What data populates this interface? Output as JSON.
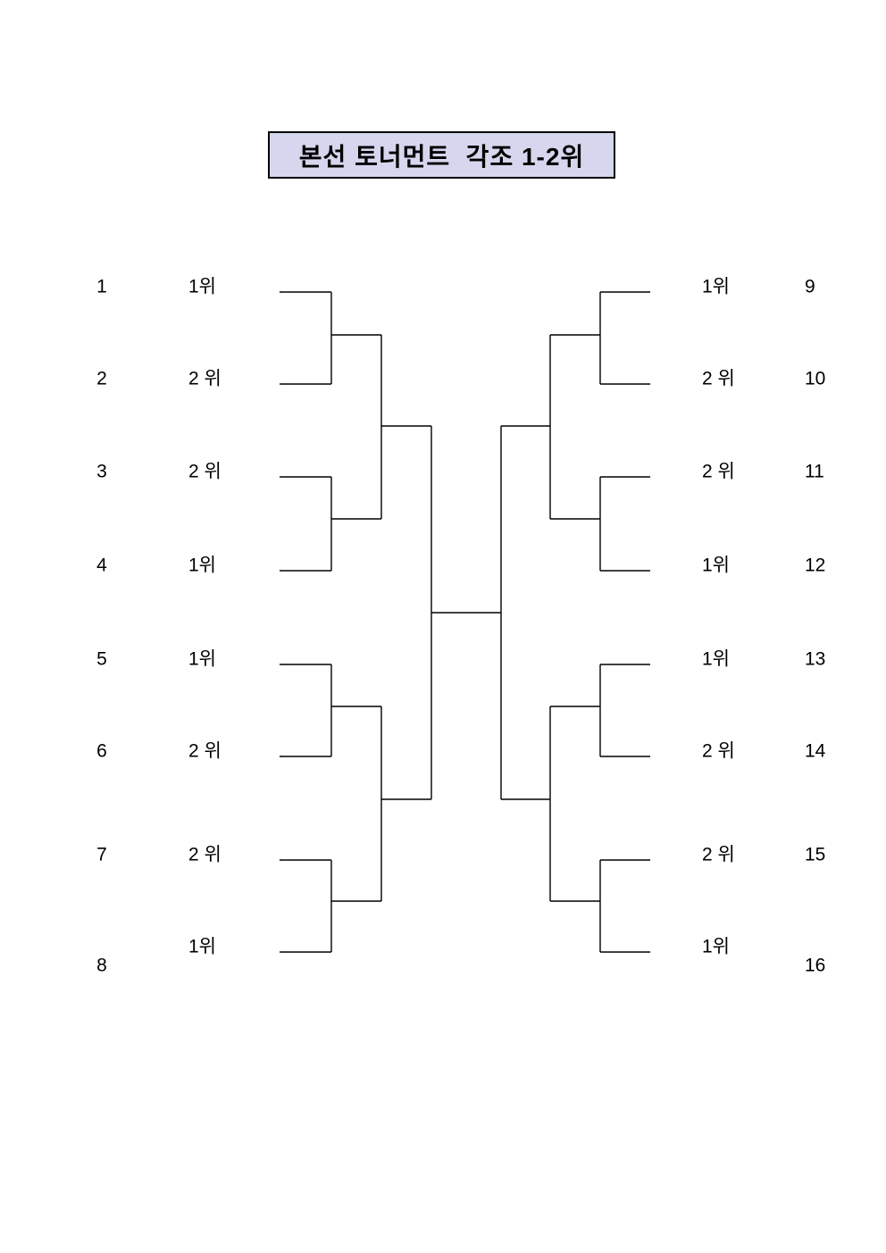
{
  "title": "본선 토너먼트  각조 1-2위",
  "colors": {
    "background": "#ffffff",
    "title_bg": "#d6d6ee",
    "title_border": "#000000",
    "line": "#000000",
    "text": "#000000"
  },
  "bracket": {
    "left_rows": [
      {
        "seed": "1",
        "rank": "1위"
      },
      {
        "seed": "2",
        "rank": "2 위"
      },
      {
        "seed": "3",
        "rank": "2 위"
      },
      {
        "seed": "4",
        "rank": "1위"
      },
      {
        "seed": "5",
        "rank": "1위"
      },
      {
        "seed": "6",
        "rank": "2 위"
      },
      {
        "seed": "7",
        "rank": "2 위"
      },
      {
        "seed": "8",
        "rank": "1위"
      }
    ],
    "right_rows": [
      {
        "seed": "9",
        "rank": "1위"
      },
      {
        "seed": "10",
        "rank": "2 위"
      },
      {
        "seed": "11",
        "rank": "2 위"
      },
      {
        "seed": "12",
        "rank": "1위"
      },
      {
        "seed": "13",
        "rank": "1위"
      },
      {
        "seed": "14",
        "rank": "2 위"
      },
      {
        "seed": "15",
        "rank": "2 위"
      },
      {
        "seed": "16",
        "rank": "1위"
      }
    ]
  }
}
